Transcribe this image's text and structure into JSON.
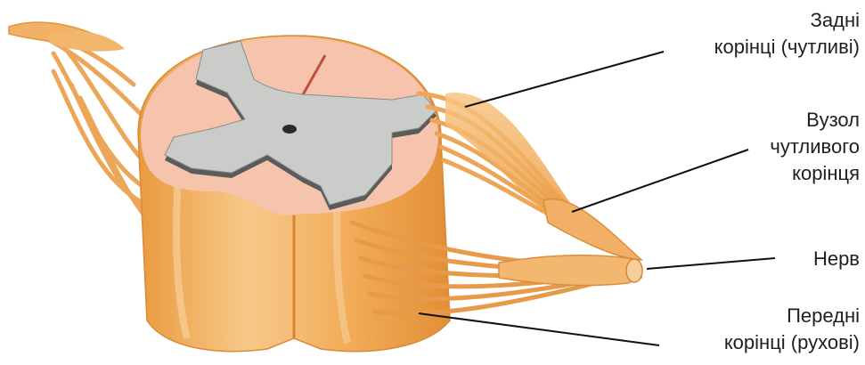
{
  "labels": {
    "dorsal_roots": {
      "line1": "Задні",
      "line2": "корінці (чутливі)"
    },
    "ganglion": {
      "line1": "Вузол",
      "line2": "чутливого",
      "line3": "корінця"
    },
    "nerve": {
      "line1": "Нерв"
    },
    "ventral_roots": {
      "line1": "Передні",
      "line2": "корінці (рухові)"
    }
  },
  "colors": {
    "white_matter": "#f3a84e",
    "white_matter_light": "#f7c27f",
    "cut_surface": "#f6c4ad",
    "gray_matter": "#c9ccc8",
    "gray_matter_edge": "#6e6e6e",
    "leader_line": "#111111"
  }
}
